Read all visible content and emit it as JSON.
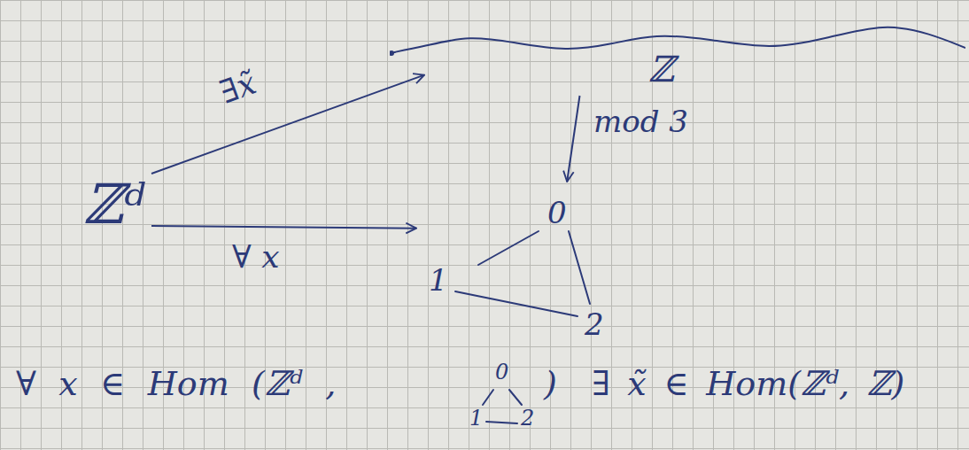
{
  "diagram": {
    "nodes": [
      {
        "text": [
          "ℤ"
        ]
      },
      {
        "text": [
          "ℤᵈ"
        ]
      },
      {
        "text": [
          "0",
          "1",
          "2"
        ]
      }
    ],
    "edges": [
      {
        "from": 1,
        "to": 0,
        "arrow": "to",
        "label": "∃x̃"
      },
      {
        "from": 1,
        "to": 2,
        "arrow": "to",
        "label": "∀ x"
      },
      {
        "from": 0,
        "to": 2,
        "arrow": "to",
        "label": "mod 3"
      }
    ],
    "labels": [
      "∀ x ∈ Hom (ℤᵈ ,",
      "0",
      "1",
      "2",
      ")",
      "∃ x̃ ∈ Hom(ℤᵈ, ℤ)"
    ]
  }
}
